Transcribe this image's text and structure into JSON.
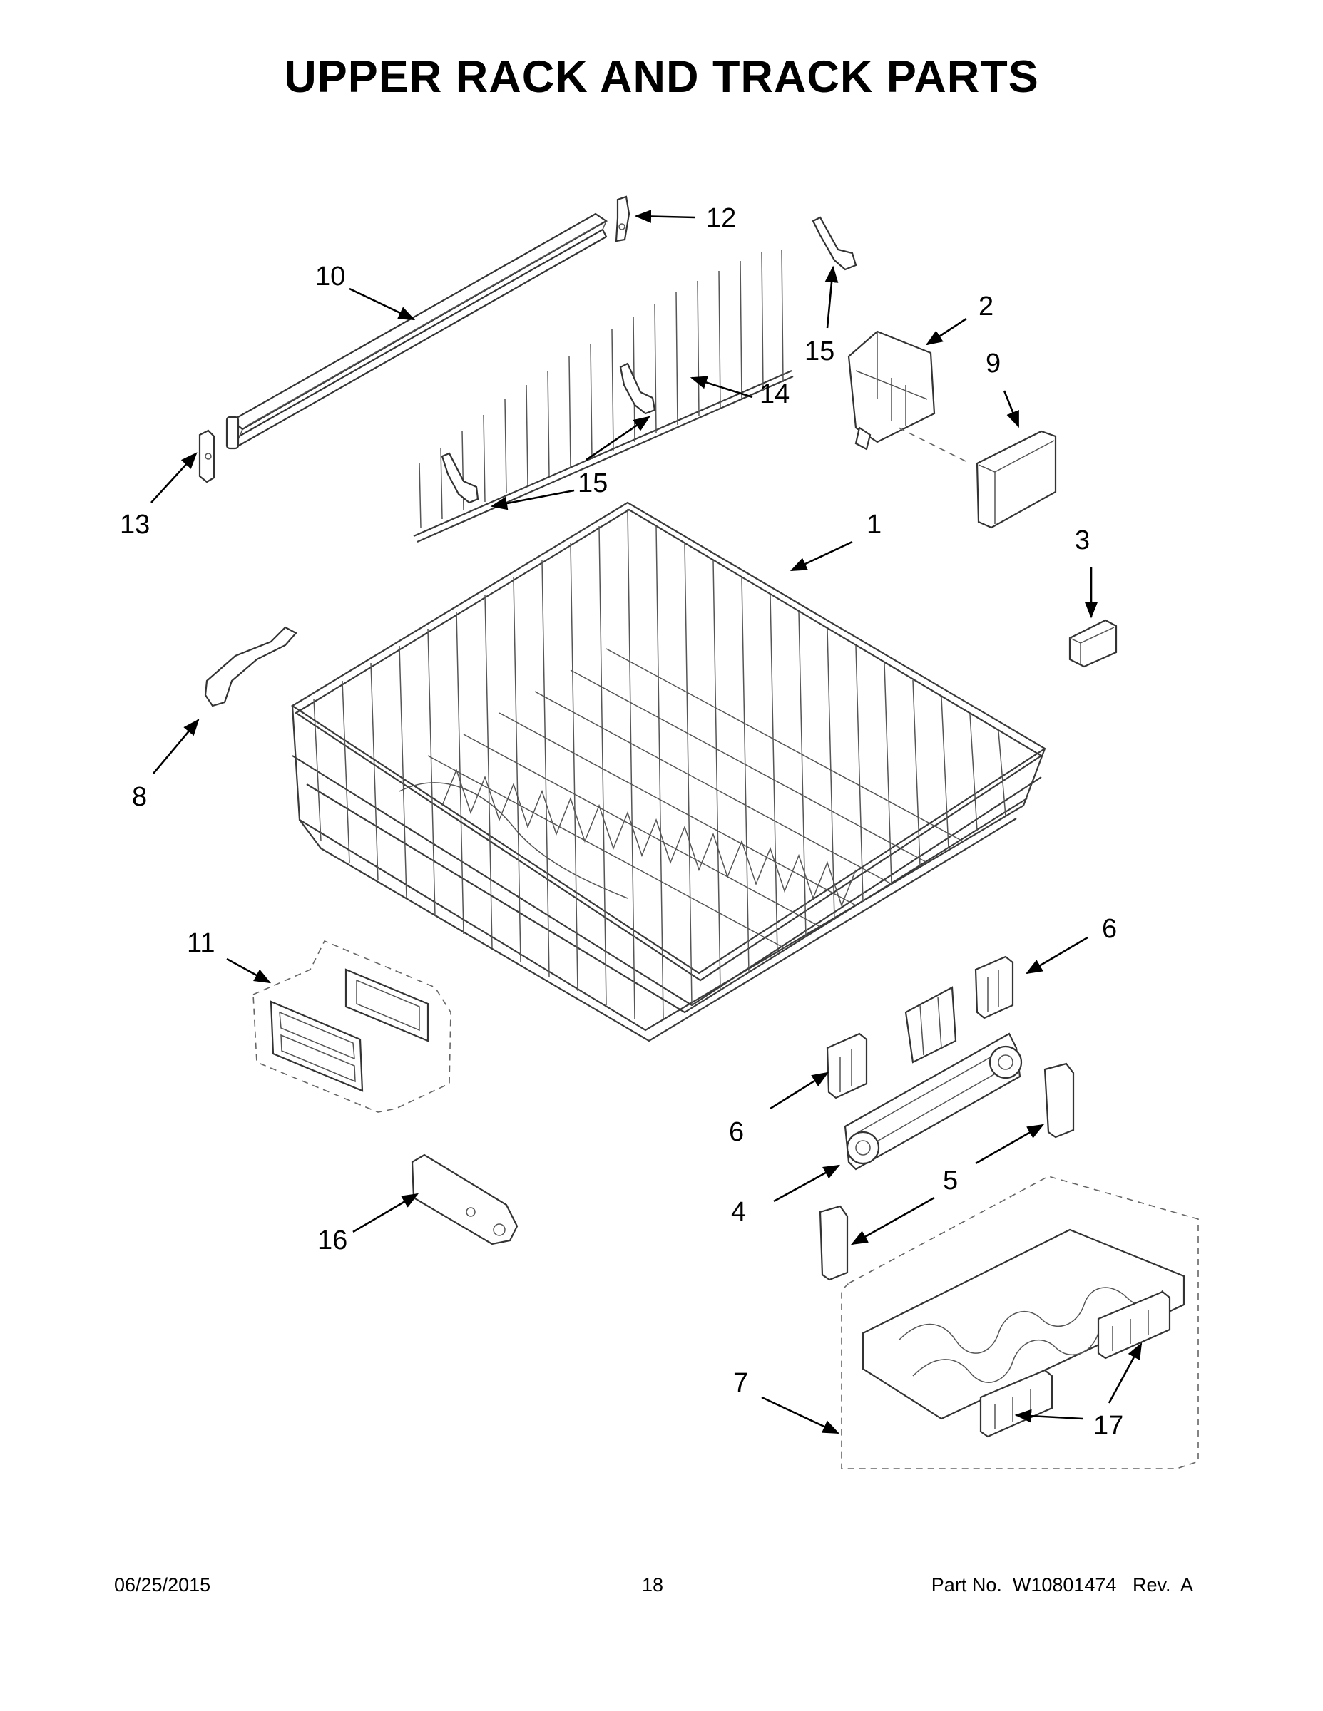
{
  "title": "UPPER RACK AND TRACK PARTS",
  "callouts": {
    "c1": "1",
    "c2": "2",
    "c3": "3",
    "c4": "4",
    "c5": "5",
    "c6a": "6",
    "c6b": "6",
    "c7": "7",
    "c8": "8",
    "c9": "9",
    "c10": "10",
    "c11": "11",
    "c12": "12",
    "c13": "13",
    "c14": "14",
    "c15a": "15",
    "c15b": "15",
    "c16": "16",
    "c17": "17"
  },
  "footer": {
    "date": "06/25/2015",
    "page": "18",
    "part": "Part No.  W10801474   Rev.  A"
  }
}
